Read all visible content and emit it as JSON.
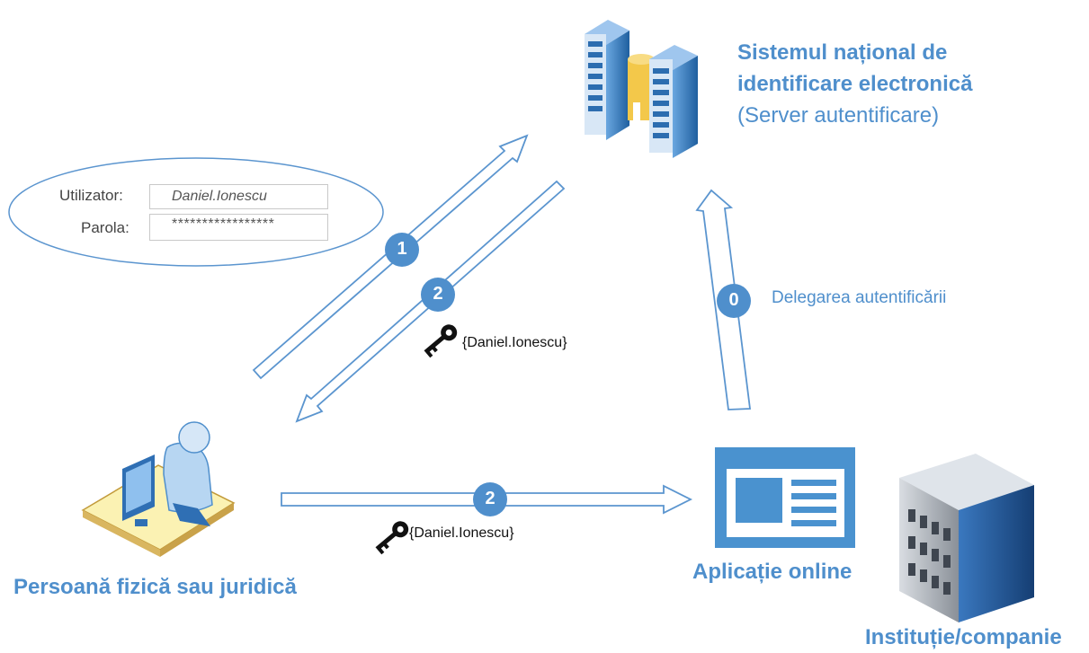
{
  "server": {
    "title_line1": "Sistemul național de",
    "title_line2": "identificare electronică",
    "subtitle": "(Server autentificare)"
  },
  "person": {
    "label": "Persoană fizică sau juridică"
  },
  "app": {
    "label": "Aplicație online"
  },
  "institution": {
    "label": "Instituție/companie"
  },
  "login_form": {
    "user_label": "Utilizator:",
    "user_value": "Daniel.Ionescu",
    "password_label": "Parola:",
    "password_value": "*****************"
  },
  "steps": {
    "step1": "1",
    "step2_top": "2",
    "step0": "0",
    "step2_bottom": "2"
  },
  "delegation_label": "Delegarea autentificării",
  "token_top": "{Daniel.Ionescu}",
  "token_bottom": "{Daniel.Ionescu}",
  "colors": {
    "accent": "#4f8fcc",
    "arrow_outline": "#5b95cf"
  }
}
